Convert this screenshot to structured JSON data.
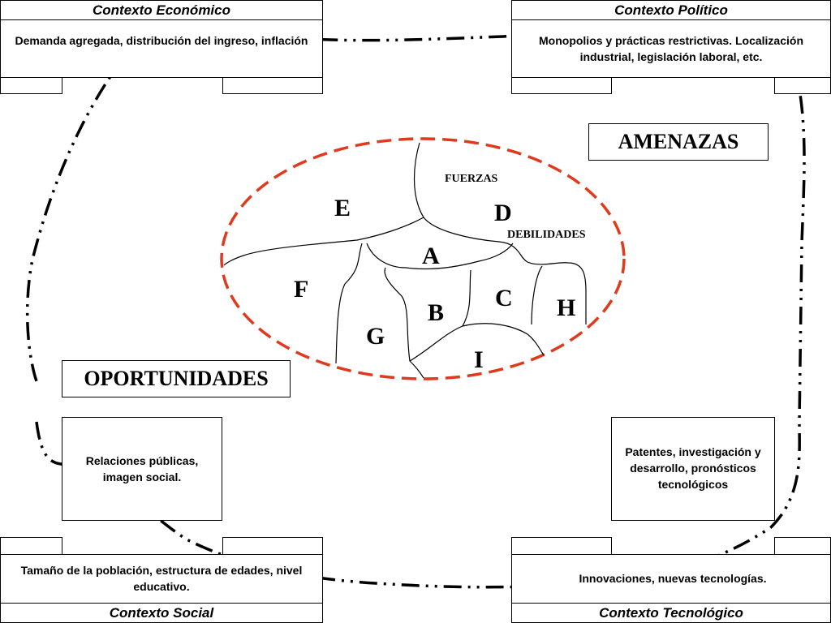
{
  "contexts": {
    "economico": {
      "title": "Contexto Económico",
      "text": "Demanda agregada, distribución del ingreso, inflación"
    },
    "politico": {
      "title": "Contexto Político",
      "text": "Monopolios y prácticas restrictivas. Localización industrial, legislación laboral, etc."
    },
    "social": {
      "title": "Contexto Social",
      "text": "Tamaño de la población, estructura de edades, nivel educativo."
    },
    "tecnologico": {
      "title": "Contexto Tecnológico",
      "text": "Innovaciones, nuevas tecnologías."
    }
  },
  "side_boxes": {
    "relaciones": "Relaciones públicas, imagen social.",
    "patentes": "Patentes, investigación y desarrollo, pronósticos tecnológicos"
  },
  "labels": {
    "amenazas": "AMENAZAS",
    "oportunidades": "OPORTUNIDADES",
    "fuerzas": "FUERZAS",
    "debilidades": "DEBILIDADES"
  },
  "regions": [
    "A",
    "B",
    "C",
    "D",
    "E",
    "F",
    "G",
    "H",
    "I"
  ],
  "colors": {
    "ellipse": "#e03a1e",
    "lines": "#000000"
  }
}
